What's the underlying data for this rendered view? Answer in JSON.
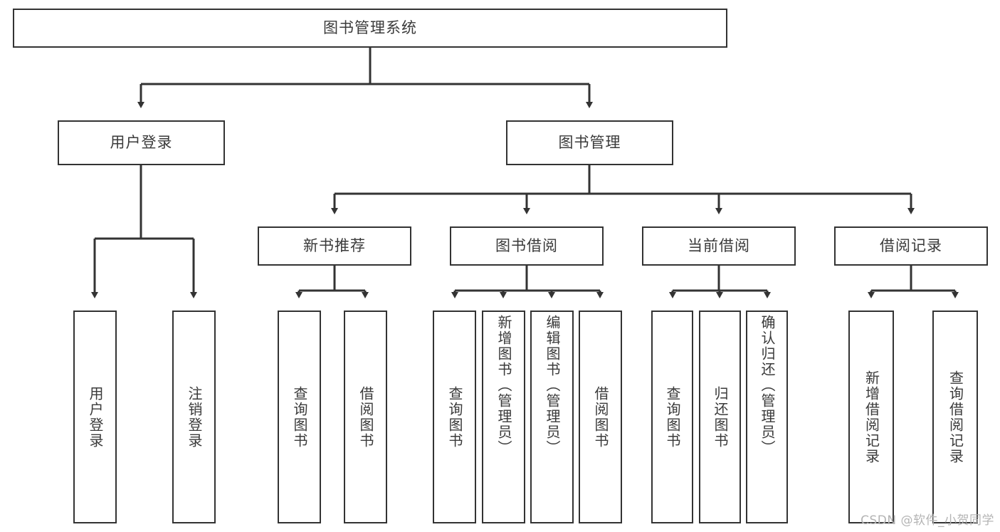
{
  "diagram": {
    "title": "图书管理系统",
    "type": "tree-hierarchy-diagram",
    "watermark": "CSDN @软件_小贺同学",
    "colors": {
      "stroke": "#333333",
      "fill": "#ffffff",
      "text": "#3a3a3a",
      "watermark": "#b4b4b4"
    },
    "root": {
      "label": "图书管理系统"
    },
    "level2": [
      {
        "label": "用户登录"
      },
      {
        "label": "图书管理"
      }
    ],
    "level3": [
      {
        "label": "新书推荐"
      },
      {
        "label": "图书借阅"
      },
      {
        "label": "当前借阅"
      },
      {
        "label": "借阅记录"
      }
    ],
    "leaves": {
      "user_login": [
        {
          "label": "用户登录"
        },
        {
          "label": "注销登录"
        }
      ],
      "new_book_recommend": [
        {
          "label": "查询图书"
        },
        {
          "label": "借阅图书"
        }
      ],
      "book_borrow": [
        {
          "label": "查询图书"
        },
        {
          "label": "新增图书（管理员）"
        },
        {
          "label": "编辑图书（管理员）"
        },
        {
          "label": "借阅图书"
        }
      ],
      "current_borrow": [
        {
          "label": "查询图书"
        },
        {
          "label": "归还图书"
        },
        {
          "label": "确认归还（管理员）"
        }
      ],
      "borrow_records": [
        {
          "label": "新增借阅记录"
        },
        {
          "label": "查询借阅记录"
        }
      ]
    }
  }
}
